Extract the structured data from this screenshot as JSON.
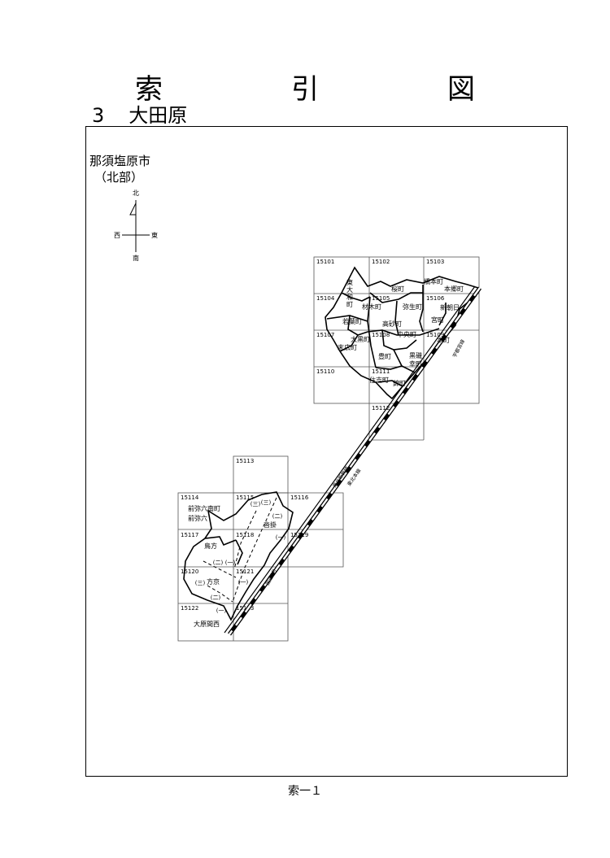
{
  "title": "索　引　図",
  "subtitle_number": "3",
  "subtitle_name": "大田原",
  "city": "那須塩原市",
  "city_sub": "（北部）",
  "compass": {
    "n": "北",
    "s": "南",
    "e": "東",
    "w": "西"
  },
  "footer": "索一１",
  "sheets_north": [
    "15101",
    "15102",
    "15103",
    "15104",
    "15105",
    "15106",
    "15107",
    "15108",
    "15109",
    "15110",
    "15111",
    "15112"
  ],
  "sheets_south": [
    "15113",
    "15114",
    "15115",
    "15116",
    "15117",
    "15118",
    "15119",
    "15120",
    "15121",
    "15122",
    "15123"
  ],
  "towns": {
    "higashi": "東",
    "ooka": "大",
    "wa": "和",
    "machi": "町",
    "sakura": "桜町",
    "hashimoto": "橋本町",
    "hongo": "本郷町",
    "zaimoku": "材木町",
    "yayoi": "弥生町",
    "shinasahi": "新朝日",
    "wakaba": "若葉町",
    "takasago": "高砂町",
    "miya": "宮町",
    "oguro": "大黒町",
    "chuo": "中央町",
    "hon": "本町",
    "suehiro": "末広町",
    "yutaka": "豊町",
    "kuroiso": "黒磯",
    "saiwai": "幸町",
    "sumiyoshi": "住吉町",
    "nishiki": "錦町",
    "maeyaminami": "前弥六南町",
    "maeya": "前弥六",
    "kakekake": "沓掛",
    "torikata": "鳥方",
    "hokyo": "方京",
    "ooharama": "大原間西"
  },
  "marks": {
    "one": "(一)",
    "two": "(二)",
    "three": "(三)"
  },
  "rail_labels": {
    "a": "宇都宮線",
    "b": "東北新幹線",
    "c": "東北本線",
    "d": "国道4号"
  }
}
